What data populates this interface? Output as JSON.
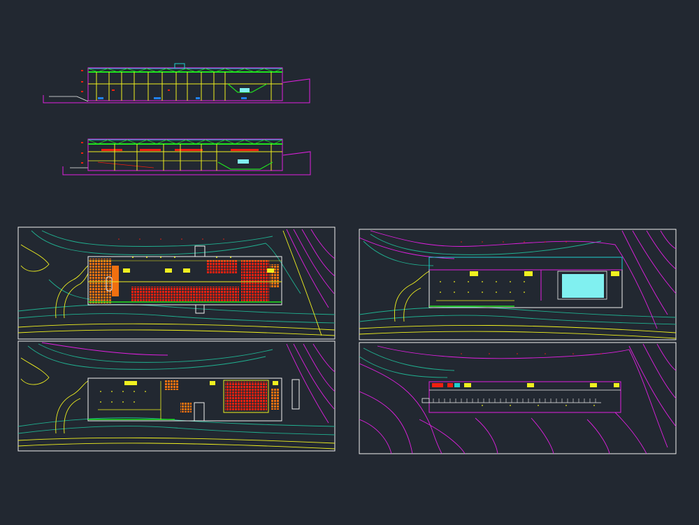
{
  "app": {
    "background": "#222831"
  },
  "palette": {
    "magenta": "#e020e0",
    "yellow": "#f0f020",
    "green": "#20e020",
    "cyan": "#20d0d0",
    "teal": "#20b090",
    "red": "#f02010",
    "orange": "#f08010",
    "white": "#f0f0f0",
    "blue": "#2080f0",
    "pool": "#80f0f0"
  },
  "drawings": {
    "sections": [
      {
        "id": "section-1"
      },
      {
        "id": "section-2"
      }
    ],
    "plans": [
      {
        "id": "plan-ground-floor",
        "fill": "dense-red"
      },
      {
        "id": "plan-upper-floor-pool",
        "fill": "pool"
      },
      {
        "id": "plan-lower-floor-auditorium",
        "fill": "auditorium"
      },
      {
        "id": "plan-roof-classrooms",
        "fill": "corridor"
      }
    ]
  }
}
